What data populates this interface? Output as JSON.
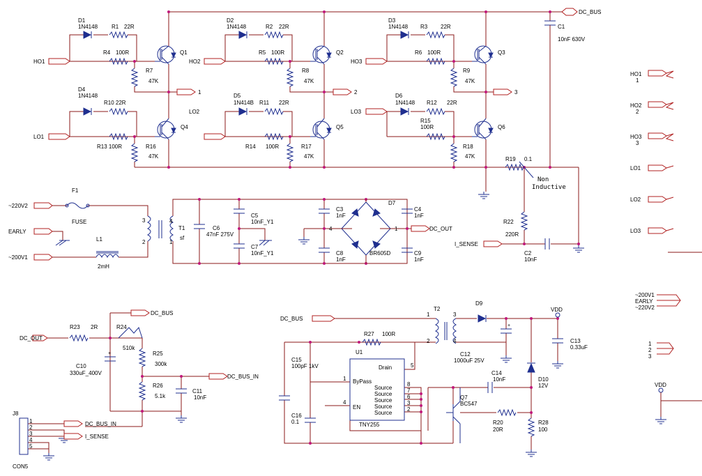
{
  "ports": {
    "dc_bus": "DC_BUS",
    "ho1": "HO1",
    "ho2": "HO2",
    "ho3": "HO3",
    "lo1": "LO1",
    "lo2": "LO2",
    "lo3": "LO3",
    "out1": "1",
    "out2": "2",
    "out3": "3",
    "v220": "~220V2",
    "early": "EARLY",
    "v200": "~200V1",
    "dc_out": "DC_OUT",
    "i_sense": "I_SENSE",
    "dc_bus_in": "DC_BUS_IN",
    "vdd": "VDD"
  },
  "labels": {
    "d1": "D1",
    "d1v": "1N4148",
    "r1": "R1",
    "r1v": "22R",
    "r4": "R4",
    "r4v": "100R",
    "q1": "Q1",
    "r7": "R7",
    "r7v": "47K",
    "d4": "D4",
    "d4v": "1N4148",
    "r10": "R10 22R",
    "r13": "R13 100R",
    "q4": "Q4",
    "r16": "R16",
    "r16v": "47K",
    "d2": "D2",
    "d2v": "1N4148",
    "r2": "R2",
    "r2v": "22R",
    "r5": "R5",
    "r5v": "100R",
    "q2": "Q2",
    "r8": "R8",
    "r8v": "47K",
    "d5": "D5",
    "d5v": "1N414B",
    "r11": "R11",
    "r11v": "22R",
    "r14": "R14",
    "r14v": "100R",
    "q5": "Q5",
    "r17": "R17",
    "r17v": "47K",
    "d3": "D3",
    "d3v": "1N4148",
    "r3": "R3",
    "r3v": "22R",
    "r6": "R6",
    "r6v": "100R",
    "q3": "Q3",
    "r9": "R9",
    "r9v": "47K",
    "d6": "D6",
    "d6v": "1N4148",
    "r12": "R12",
    "r12v": "22R",
    "r15": "R15",
    "r15v": "100R",
    "q6": "Q6",
    "r18": "R18",
    "r18v": "47K",
    "c1": "C1",
    "c1v": "10nF 630V",
    "r19": "R19",
    "r19v": "0.1",
    "non": "Non",
    "inductive": "Inductive",
    "r22": "R22",
    "r22v": "220R",
    "c2": "C2",
    "c2v": "10nF",
    "f1": "F1",
    "fuse": "FUSE",
    "l1": "L1",
    "l1v": "2mH",
    "t1": "T1",
    "t1v": "sf",
    "c6": "C6",
    "c6v": "47nF 275V",
    "c5": "C5",
    "c5v": "10nF_Y1",
    "c7": "C7",
    "c7v": "10nF_Y1",
    "c3": "C3",
    "c3v": "1nF",
    "c8": "C8",
    "c8v": "1nF",
    "c4": "C4",
    "c4v": "1nF",
    "c9": "C9",
    "c9v": "1nF",
    "d7": "D7",
    "br": "BR605D",
    "r23": "R23",
    "r23v": "2R",
    "r24": "R24",
    "r24v": "510k",
    "r25": "R25",
    "r25v": "300k",
    "r26": "R26",
    "r26v": "5.1k",
    "c10": "C10",
    "c10v": "330uF_400V",
    "c11": "C11",
    "c11v": "10nF",
    "j8": "J8",
    "con5": "CON5",
    "t2": "T2",
    "d9": "D9",
    "r27": "R27",
    "r27v": "100R",
    "u1": "U1",
    "c15": "C15",
    "c15v": "100pF 1kV",
    "c16": "C16",
    "c16v": "0.1",
    "drain": "Drain",
    "bypass": "ByPass",
    "en": "EN",
    "source": "Source",
    "tny": "TNY255",
    "c12": "C12",
    "c12v": "1000uF 25V",
    "c13": "C13",
    "c13v": "0.33uF",
    "c14": "C14",
    "c14v": "10nF",
    "d10": "D10",
    "d10v": "12V",
    "q7": "Q7",
    "q7v": "BC547",
    "r20": "R20",
    "r20v": "20R",
    "r28": "R28",
    "r28v": "100",
    "rh_ho1": "HO1",
    "rh_ho1n": "1",
    "rh_ho2": "HO2",
    "rh_ho2n": "2",
    "rh_ho3": "HO3",
    "rh_ho3n": "3",
    "rh_lo1": "LO1",
    "rh_lo2": "LO2",
    "rh_lo3": "LO3",
    "rh_200": "~200V1",
    "rh_early": "EARLY",
    "rh_220": "~220V2",
    "rh_1": "1",
    "rh_2": "2",
    "rh_3": "3",
    "rh_vdd": "VDD",
    "n1": "1",
    "n2": "2",
    "n3": "3",
    "n4": "4",
    "n5": "5",
    "n6": "6",
    "n7": "7",
    "n8": "8"
  }
}
